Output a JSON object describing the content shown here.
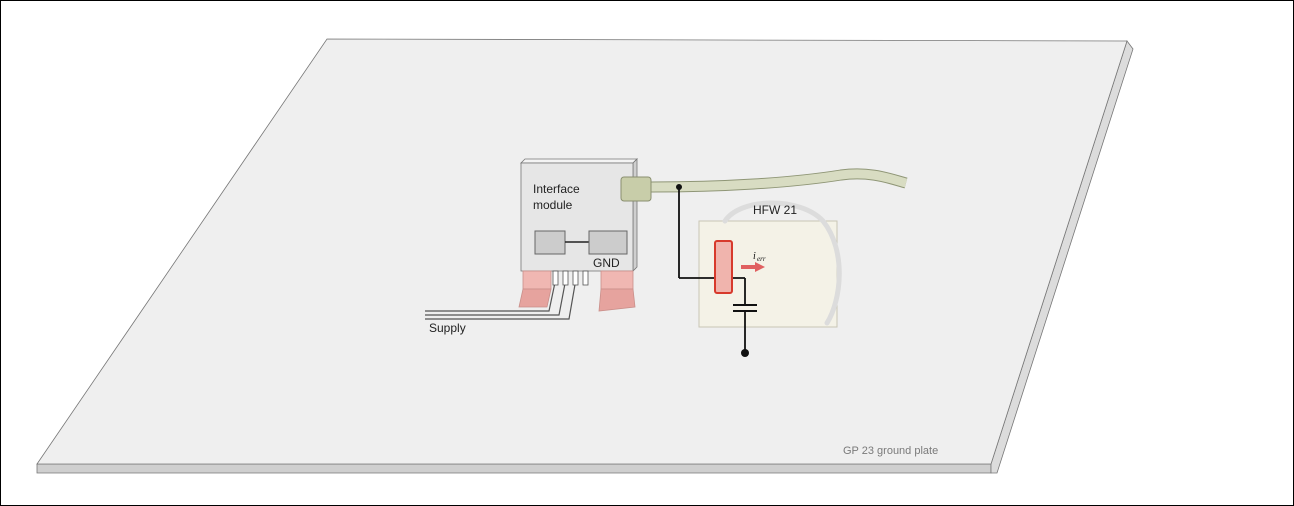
{
  "labels": {
    "interface_line1": "Interface",
    "interface_line2": "module",
    "gnd": "GND",
    "hfw": "HFW 21",
    "supply": "Supply",
    "ground_plate": "GP 23 ground plate",
    "ierr_main": "i",
    "ierr_sub": "err"
  },
  "colors": {
    "plate_top": "#eeeeef",
    "plate_edge": "#c8c8c8",
    "plate_outline": "#777777",
    "module_body": "#e3e3e3",
    "connector": "#c6ccaa",
    "cable": "#d7dcc0",
    "ground_strap": "#e8a9a5",
    "hfw_panel": "#f3f1e6",
    "sensor": "#e34b3c",
    "arrow": "#e06060"
  }
}
